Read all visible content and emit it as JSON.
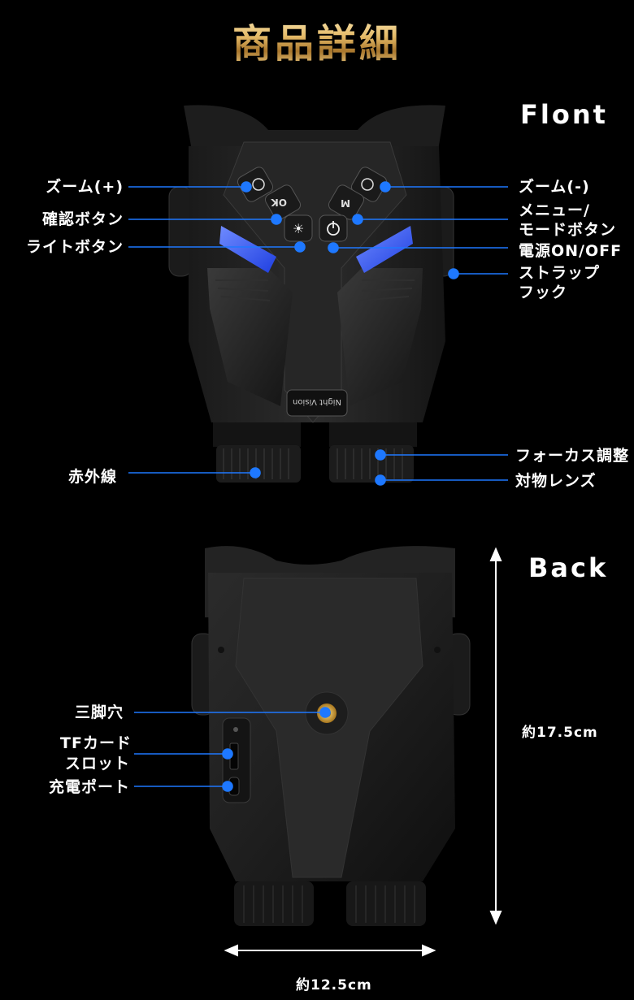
{
  "title": "商品詳細",
  "front": {
    "heading": "Flont",
    "badge": "Night Vision",
    "button_ok": "OK",
    "button_m": "M",
    "labels_left": {
      "zoom_in": "ズーム(+)",
      "confirm": "確認ボタン",
      "light": "ライトボタン",
      "infrared": "赤外線"
    },
    "labels_right": {
      "zoom_out": "ズーム(-)",
      "menu_1": "メニュー/",
      "menu_2": "モードボタン",
      "power": "電源ON/OFF",
      "strap_1": "ストラップ",
      "strap_2": "フック",
      "focus": "フォーカス調整",
      "objective": "対物レンズ"
    }
  },
  "back": {
    "heading": "Back",
    "labels_left": {
      "tripod": "三脚穴",
      "tf_1": "TFカード",
      "tf_2": "スロット",
      "charge": "充電ポート"
    },
    "height": "約17.5cm",
    "width": "約12.5cm"
  },
  "colors": {
    "line": "#1e78ff",
    "dot": "#1e78ff",
    "glow": "#2a5cff",
    "gold": "#d9b46a"
  }
}
